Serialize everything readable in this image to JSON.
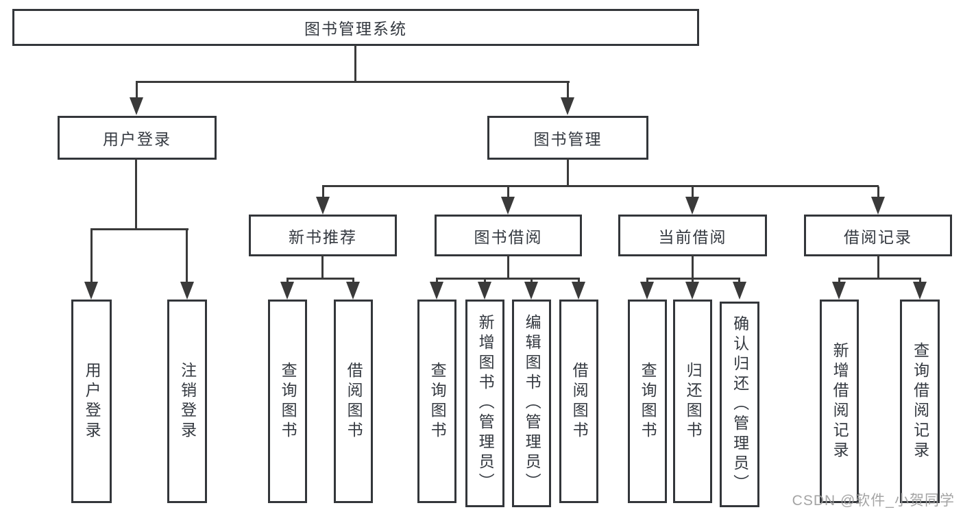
{
  "tree": {
    "root": {
      "label": "图书管理系统"
    },
    "branches": [
      {
        "label": "用户登录",
        "children": [
          {
            "label": "用户登录"
          },
          {
            "label": "注销登录"
          }
        ]
      },
      {
        "label": "图书管理",
        "children": [
          {
            "label": "新书推荐",
            "children": [
              {
                "label": "查询图书"
              },
              {
                "label": "借阅图书"
              }
            ]
          },
          {
            "label": "图书借阅",
            "children": [
              {
                "label": "查询图书"
              },
              {
                "label": "新增图书（管理员）"
              },
              {
                "label": "编辑图书（管理员）"
              },
              {
                "label": "借阅图书"
              }
            ]
          },
          {
            "label": "当前借阅",
            "children": [
              {
                "label": "查询图书"
              },
              {
                "label": "归还图书"
              },
              {
                "label": "确认归还（管理员）"
              }
            ]
          },
          {
            "label": "借阅记录",
            "children": [
              {
                "label": "新增借阅记录"
              },
              {
                "label": "查询借阅记录"
              }
            ]
          }
        ]
      }
    ]
  },
  "watermark": {
    "text": "CSDN @软件_小贺同学"
  },
  "colors": {
    "line": "#3a3a3a",
    "box_border": "#33363a",
    "text": "#343940",
    "watermark": "#9b9b9b",
    "background": "#ffffff"
  }
}
